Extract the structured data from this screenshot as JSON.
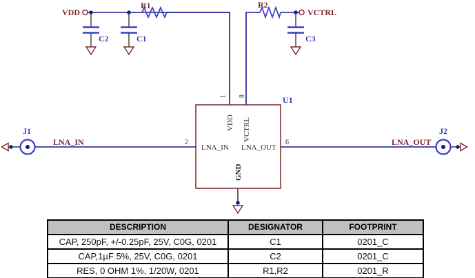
{
  "schematic": {
    "nets": {
      "vdd": "VDD",
      "vctrl": "VCTRL",
      "lna_in": "LNA_IN",
      "lna_out": "LNA_OUT"
    },
    "refdes": {
      "r1": "R1",
      "r2": "R2",
      "c1": "C1",
      "c2": "C2",
      "c3": "C3",
      "u1": "U1",
      "j1": "J1",
      "j2": "J2"
    },
    "ic": {
      "pin_names": {
        "vdd": "VDD",
        "vctrl": "VCTRL",
        "lna_in": "LNA_IN",
        "lna_out": "LNA_OUT",
        "gnd": "GND"
      },
      "pin_numbers": {
        "p1": "1",
        "p8": "8",
        "p2": "2",
        "p6": "6"
      }
    },
    "colors": {
      "label_maroon": "#7c2629",
      "symbol_blue": "#3b3bc4",
      "wire_navy": "#17178f",
      "stem_black": "#3a3a3a",
      "table_header_bg": "#c0c0c0",
      "table_border": "#000000"
    }
  },
  "table": {
    "headers": [
      "DESCRIPTION",
      "DESIGNATOR",
      "FOOTPRINT"
    ],
    "rows": [
      {
        "description": "CAP, 250pF, +/-0.25pF, 25V, C0G, 0201",
        "designator": "C1",
        "footprint": "0201_C"
      },
      {
        "description": "CAP,1µF 5%, 25V, C0G, 0201",
        "designator": "C2",
        "footprint": "0201_C"
      },
      {
        "description": "RES, 0 OHM 1%, 1/20W, 0201",
        "designator": "R1,R2",
        "footprint": "0201_R"
      }
    ]
  }
}
